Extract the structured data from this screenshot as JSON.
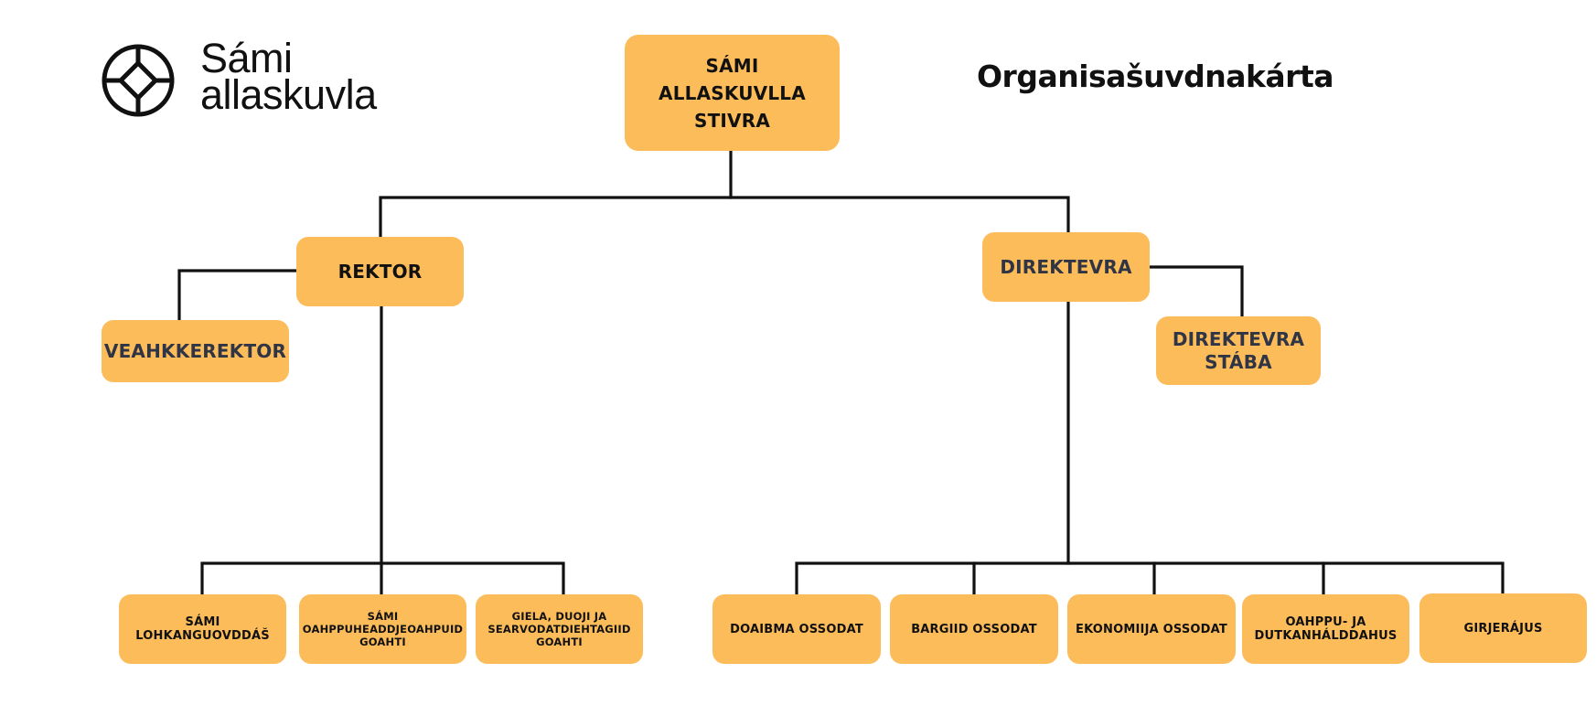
{
  "logo": {
    "icon": "sami-allaskuvla-emblem-icon",
    "line1": "Sámi",
    "line2": "allaskuvla"
  },
  "title": "Organisašuvdnakárta",
  "colors": {
    "box": "#FDBC5A",
    "text_primary": "#111111",
    "text_secondary": "#2F3545",
    "line": "#111111"
  },
  "org": {
    "board": "SÁMI ALLASKUVLLA STIVRA",
    "rector": "REKTOR",
    "vice_rector": "VEAHKKEREKTOR",
    "director": "DIREKTEVRA",
    "director_staff_line1": "DIREKTEVRA",
    "director_staff_line2": "STÁBA",
    "rector_units": [
      {
        "lines": [
          "SÁMI LOHKANGUOVDDÁŠ"
        ]
      },
      {
        "lines": [
          "SÁMI",
          "OAHPPUHEADDJEOAHPUID",
          "GOAHTI"
        ]
      },
      {
        "lines": [
          "GIELA, DUOJI JA",
          "SEARVODATDIEHTAGIID",
          "GOAHTI"
        ]
      }
    ],
    "director_units": [
      {
        "lines": [
          "DOAIBMA OSSODAT"
        ]
      },
      {
        "lines": [
          "BARGIID OSSODAT"
        ]
      },
      {
        "lines": [
          "EKONOMIIJA OSSODAT"
        ]
      },
      {
        "lines": [
          "OAHPPU- JA",
          "DUTKANHÁLDDAHUS"
        ]
      },
      {
        "lines": [
          "GIRJERÁJUS"
        ]
      }
    ]
  }
}
